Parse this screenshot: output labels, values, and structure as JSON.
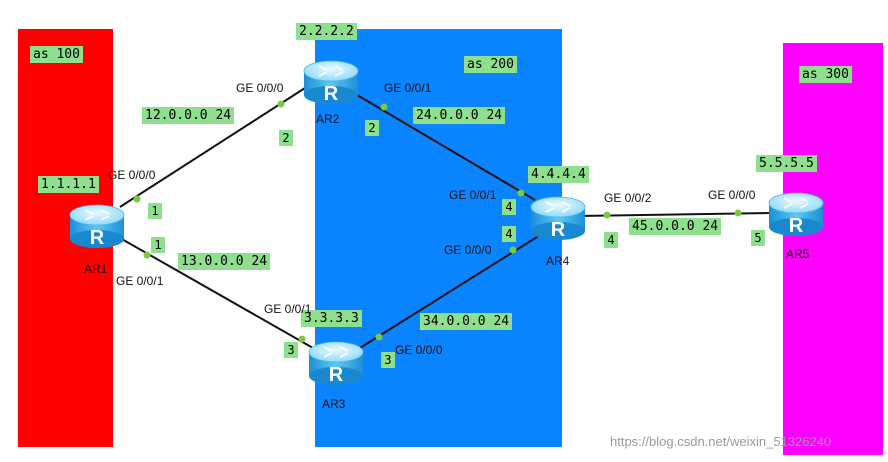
{
  "colors": {
    "as100": "#ff0000",
    "as200": "#0a84ff",
    "as300": "#ff00ff",
    "label_bg": "#8ee08e",
    "link": "#111111",
    "port_dot": "#7ac943"
  },
  "regions": {
    "as100": "as 100",
    "as200": "as 200",
    "as300": "as 300"
  },
  "routers": {
    "ar1": {
      "name": "AR1",
      "loopback": "1.1.1.1"
    },
    "ar2": {
      "name": "AR2",
      "loopback": "2.2.2.2"
    },
    "ar3": {
      "name": "AR3",
      "loopback": "3.3.3.3"
    },
    "ar4": {
      "name": "AR4",
      "loopback": "4.4.4.4"
    },
    "ar5": {
      "name": "AR5",
      "loopback": "5.5.5.5"
    },
    "icon_letter": "R"
  },
  "links": {
    "ar1_ar2": {
      "subnet": "12.0.0.0 24",
      "a_port": "GE 0/0/0",
      "a_host": "1",
      "b_port": "GE 0/0/0",
      "b_host": "2"
    },
    "ar1_ar3": {
      "subnet": "13.0.0.0 24",
      "a_port": "GE 0/0/1",
      "a_host": "1",
      "b_port": "GE 0/0/1",
      "b_host": "3"
    },
    "ar2_ar4": {
      "subnet": "24.0.0.0 24",
      "a_port": "GE 0/0/1",
      "a_host": "2",
      "b_port": "GE 0/0/1",
      "b_host": "4"
    },
    "ar3_ar4": {
      "subnet": "34.0.0.0 24",
      "a_port": "GE 0/0/0",
      "a_host": "3",
      "b_port": "GE 0/0/0",
      "b_host": "4"
    },
    "ar4_ar5": {
      "subnet": "45.0.0.0 24",
      "a_port": "GE 0/0/2",
      "a_host": "4",
      "b_port": "GE 0/0/0",
      "b_host": "5"
    }
  },
  "watermark": "https://blog.csdn.net/weixin_51326240"
}
